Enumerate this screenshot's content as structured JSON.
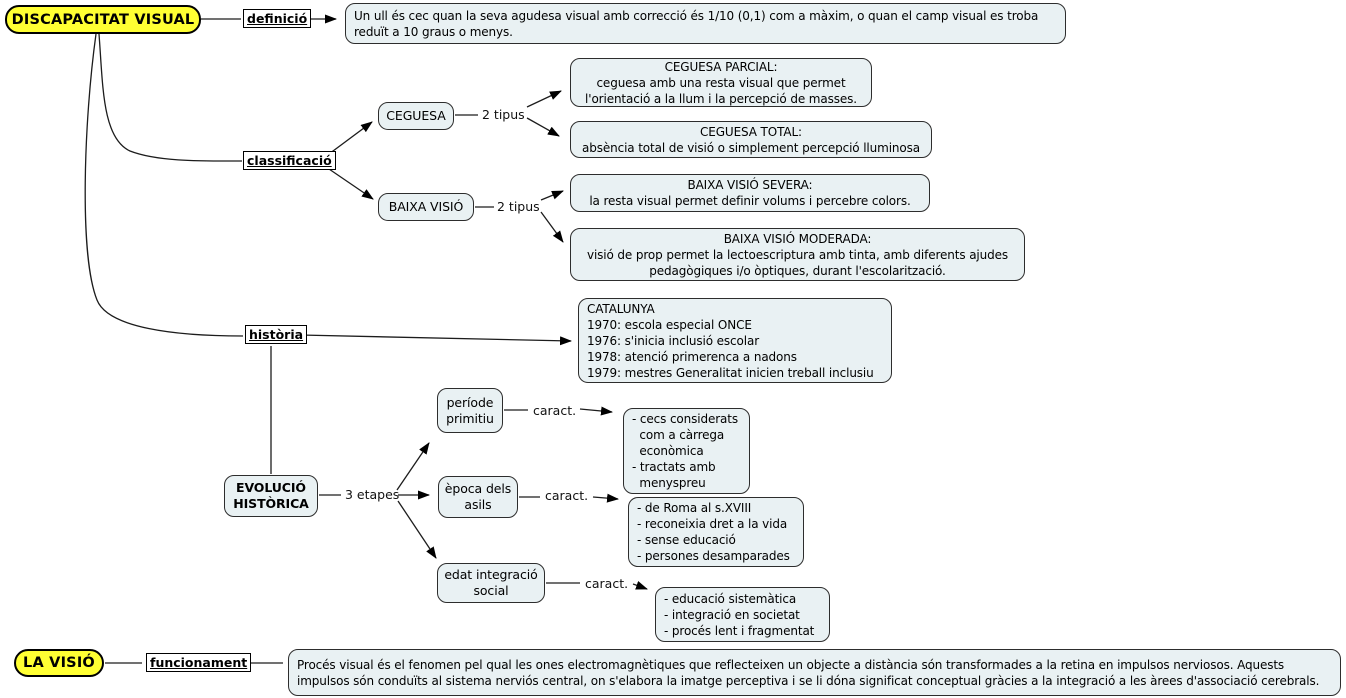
{
  "colors": {
    "main_node_fill": "#ffff33",
    "box_fill": "#e9f1f3",
    "line": "#1c1c1c",
    "text": "#000000"
  },
  "main_topic": {
    "label": "DISCAPACITAT VISUAL"
  },
  "definicio": {
    "link_label": "definició",
    "text": "Un ull és cec quan la seva agudesa visual amb correcció és 1/10 (0,1) com a màxim, o quan el camp visual es troba\nreduït a 10 graus o menys."
  },
  "classificacio": {
    "link_label": "classificació",
    "ceguesa": {
      "label": "CEGUESA",
      "tipus_label": "2 tipus",
      "parcial": "CEGUESA PARCIAL:\nceguesa amb una resta visual que permet\nl'orientació a la llum i la percepció de masses.",
      "total": "CEGUESA TOTAL:\nabsència total de visió o simplement percepció lluminosa"
    },
    "baixa_visio": {
      "label": "BAIXA VISIÓ",
      "tipus_label": "2 tipus",
      "severa": "BAIXA VISIÓ SEVERA:\nla resta visual permet definir volums i percebre colors.",
      "moderada": "BAIXA VISIÓ MODERADA:\nvisió de prop permet la lectoescriptura amb tinta, amb diferents ajudes\npedagògiques i/o òptiques, durant l'escolarització."
    }
  },
  "historia": {
    "link_label": "història",
    "catalunya": "CATALUNYA\n1970: escola especial ONCE\n1976: s'inicia inclusió escolar\n1978: atenció primerenca a nadons\n1979: mestres Generalitat inicien treball inclusiu"
  },
  "evolucio": {
    "label": "EVOLUCIÓ\nHISTÒRICA",
    "etapes_label": "3 etapes",
    "etapes": [
      {
        "label": "període\nprimitiu",
        "caract_label": "caract.",
        "text": "- cecs considerats\n  com a càrrega\n  econòmica\n- tractats amb\n  menyspreu"
      },
      {
        "label": "època dels\nasils",
        "caract_label": "caract.",
        "text": "- de Roma al s.XVIII\n- reconeixia dret a la vida\n- sense educació\n- persones desamparades"
      },
      {
        "label": "edat integració\nsocial",
        "caract_label": "caract.",
        "text": "- educació sistemàtica\n- integració en societat\n- procés lent i fragmentat"
      }
    ]
  },
  "la_visio": {
    "label": "LA VISIÓ",
    "link_label": "funcionament",
    "text": "Procés visual és el fenomen pel qual les ones electromagnètiques que reflecteixen un objecte a distància són transformades a la retina en impulsos nerviosos. Aquests\nimpulsos són conduïts al sistema nerviós central, on s'elabora la imatge perceptiva i se li dóna significat conceptual gràcies a la integració a les àrees d'associació cerebrals."
  }
}
